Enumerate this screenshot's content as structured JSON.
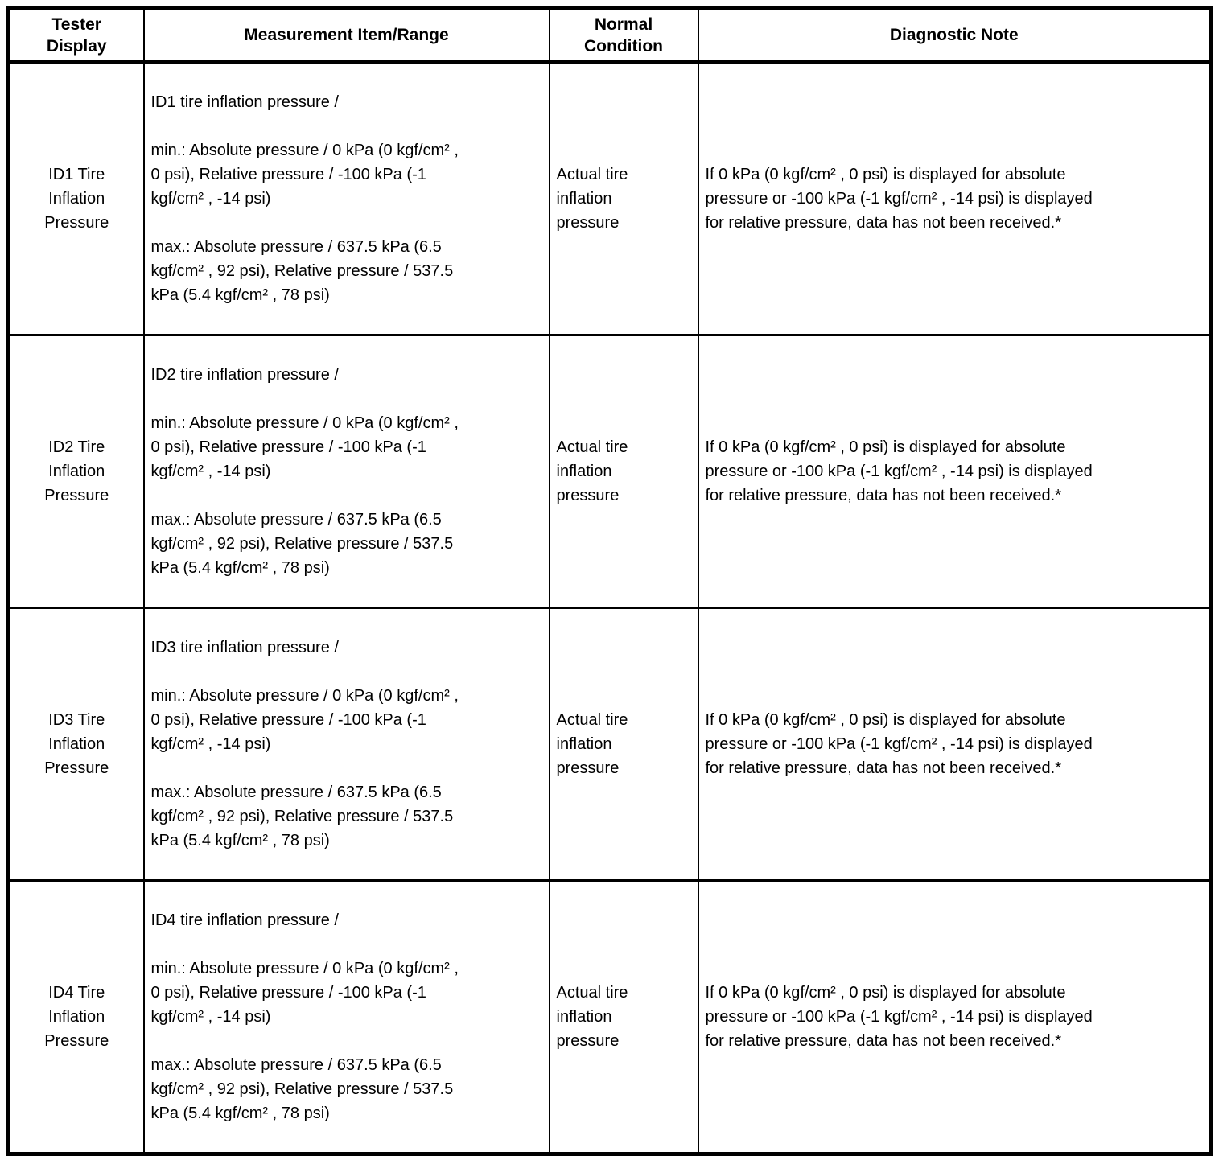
{
  "page": {
    "background_color": "#ffffff",
    "text_color": "#000000",
    "border_color": "#000000"
  },
  "table": {
    "headers": {
      "tester_display": "Tester\nDisplay",
      "measurement": "Measurement Item/Range",
      "normal_condition": "Normal\nCondition",
      "diagnostic_note": "Diagnostic Note"
    },
    "rows": [
      {
        "tester_display": "ID1 Tire\nInflation\nPressure",
        "measurement_title": "ID1 tire inflation pressure /",
        "measurement_min": "min.: Absolute pressure / 0 kPa (0 kgf/cm² ,\n0 psi), Relative pressure / -100 kPa (-1\nkgf/cm² , -14 psi)",
        "measurement_max": "max.: Absolute pressure / 637.5 kPa (6.5\nkgf/cm² , 92 psi), Relative pressure / 537.5\nkPa (5.4 kgf/cm² , 78 psi)",
        "normal_condition": "Actual tire\ninflation\npressure",
        "diagnostic_note": "If 0 kPa (0 kgf/cm² , 0 psi) is displayed for absolute\npressure or -100 kPa (-1 kgf/cm² , -14 psi) is displayed\nfor relative pressure, data has not been received.*"
      },
      {
        "tester_display": "ID2 Tire\nInflation\nPressure",
        "measurement_title": "ID2 tire inflation pressure /",
        "measurement_min": "min.: Absolute pressure / 0 kPa (0 kgf/cm² ,\n0 psi), Relative pressure / -100 kPa (-1\nkgf/cm² , -14 psi)",
        "measurement_max": "max.: Absolute pressure / 637.5 kPa (6.5\nkgf/cm² , 92 psi), Relative pressure / 537.5\nkPa (5.4 kgf/cm² , 78 psi)",
        "normal_condition": "Actual tire\ninflation\npressure",
        "diagnostic_note": "If 0 kPa (0 kgf/cm² , 0 psi) is displayed for absolute\npressure or -100 kPa (-1 kgf/cm² , -14 psi) is displayed\nfor relative pressure, data has not been received.*"
      },
      {
        "tester_display": "ID3 Tire\nInflation\nPressure",
        "measurement_title": "ID3 tire inflation pressure /",
        "measurement_min": "min.: Absolute pressure / 0 kPa (0 kgf/cm² ,\n0 psi), Relative pressure / -100 kPa (-1\nkgf/cm² , -14 psi)",
        "measurement_max": "max.: Absolute pressure / 637.5 kPa (6.5\nkgf/cm² , 92 psi), Relative pressure / 537.5\nkPa (5.4 kgf/cm² , 78 psi)",
        "normal_condition": "Actual tire\ninflation\npressure",
        "diagnostic_note": "If 0 kPa (0 kgf/cm² , 0 psi) is displayed for absolute\npressure or -100 kPa (-1 kgf/cm² , -14 psi) is displayed\nfor relative pressure, data has not been received.*"
      },
      {
        "tester_display": "ID4 Tire\nInflation\nPressure",
        "measurement_title": "ID4 tire inflation pressure /",
        "measurement_min": "min.: Absolute pressure / 0 kPa (0 kgf/cm² ,\n0 psi), Relative pressure / -100 kPa (-1\nkgf/cm² , -14 psi)",
        "measurement_max": "max.: Absolute pressure / 637.5 kPa (6.5\nkgf/cm² , 92 psi), Relative pressure / 537.5\nkPa (5.4 kgf/cm² , 78 psi)",
        "normal_condition": "Actual tire\ninflation\npressure",
        "diagnostic_note": "If 0 kPa (0 kgf/cm² , 0 psi) is displayed for absolute\npressure or -100 kPa (-1 kgf/cm² , -14 psi) is displayed\nfor relative pressure, data has not been received.*"
      }
    ]
  }
}
